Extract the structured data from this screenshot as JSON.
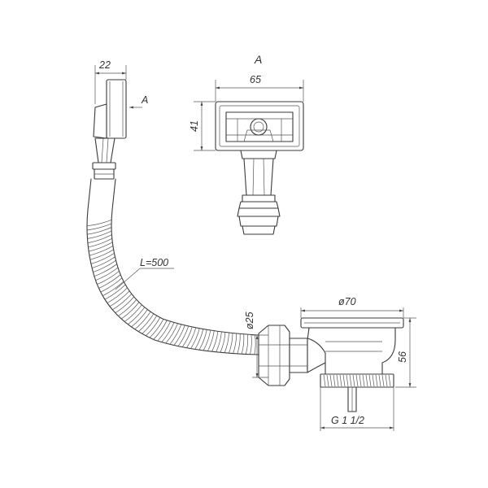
{
  "view_label": "A",
  "arrow_label": "A",
  "dimensions": {
    "outlet_width": "22",
    "view_width": "65",
    "view_height": "41",
    "hose_length": "L=500",
    "hose_diameter": "ø25",
    "strainer_diameter": "ø70",
    "strainer_height": "56",
    "thread": "G 1 1/2"
  }
}
